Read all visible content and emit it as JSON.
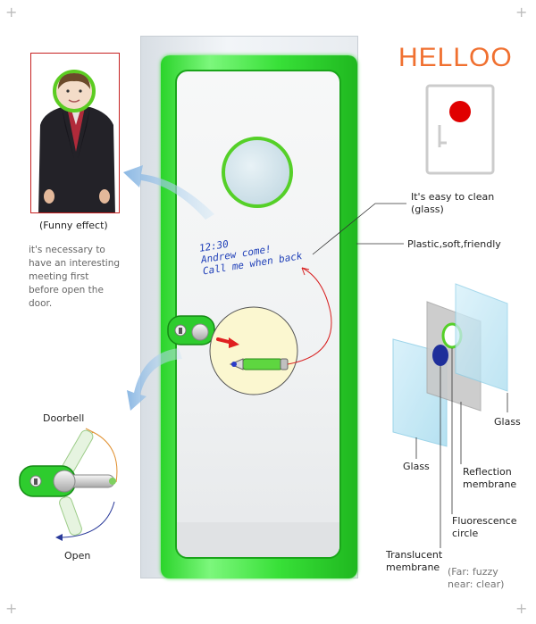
{
  "title": "HELLOO",
  "photo_caption": "(Funny effect)",
  "left_note": [
    "it's necessary to",
    "have an interesting",
    "meeting first",
    "before open the",
    "door."
  ],
  "door_message": [
    "12:30",
    "Andrew come!",
    "Call me when back"
  ],
  "callouts": {
    "easy_clean": [
      "It's easy to clean",
      "(glass)"
    ],
    "plastic": "Plastic,soft,friendly"
  },
  "handle_labels": {
    "doorbell": "Doorbell",
    "open": "Open"
  },
  "layer_labels": {
    "glass_left": "Glass",
    "glass_right": "Glass",
    "reflection": [
      "Reflection",
      "membrane"
    ],
    "fluorescence": [
      "Fluorescence",
      "circle"
    ],
    "translucent": [
      "Translucent",
      "membrane"
    ],
    "fuzzy_note": [
      "(Far: fuzzy",
      "near: clear)"
    ]
  },
  "colors": {
    "door_green": "#33dd33",
    "title_orange": "#f07030",
    "red_dot": "#e00000",
    "message_blue": "#1f3fb8",
    "glass_blue": "#bfe6f4"
  },
  "icons": [
    "door-icon",
    "red-dot-icon",
    "pen-icon",
    "handle-icon",
    "arrow-icon"
  ]
}
